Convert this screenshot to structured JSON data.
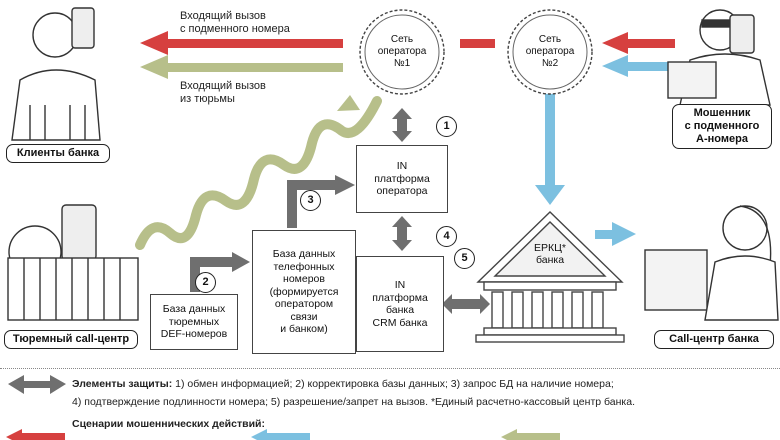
{
  "incoming_spoofed": "Входящий вызов\nс подменного номера",
  "incoming_prison": "Входящий вызов\nиз тюрьмы",
  "network1": "Сеть\nоператора\n№1",
  "network2": "Сеть\nоператора\n№2",
  "clients": "Клиенты банка",
  "fraudster": "Мошенник\nс подменного\nА-номера",
  "prison_cc": "Тюремный call-центр",
  "bank_cc": "Call-центр банка",
  "in_operator": "IN\nплатформа\nоператора",
  "db_phones": "База данных\nтелефонных\nномеров\n(формируется\nоператором\nсвязи\nи банком)",
  "db_prison": "База данных\nтюремных\nDEF-номеров",
  "in_bank": "IN\nплатформа\nбанка\nCRM банка",
  "erkc": "ЕРКЦ*\nбанка",
  "nums": [
    "1",
    "2",
    "3",
    "4",
    "5"
  ],
  "legend": {
    "title": "Элементы защиты:",
    "line1": " 1) обмен информацией;  2) корректировка базы данных;  3) запрос БД на наличие номера;",
    "line2": "4) подтверждение подлинности номера;  5) разрешение/запрет на вызов.   *Единый расчетно-кассовый центр банка.",
    "scenarios": "Сценарии мошеннических действий:"
  },
  "colors": {
    "red": "#d6403f",
    "olive": "#b7bf8a",
    "blue": "#7cc0e0",
    "gray": "#6f6f6f"
  }
}
